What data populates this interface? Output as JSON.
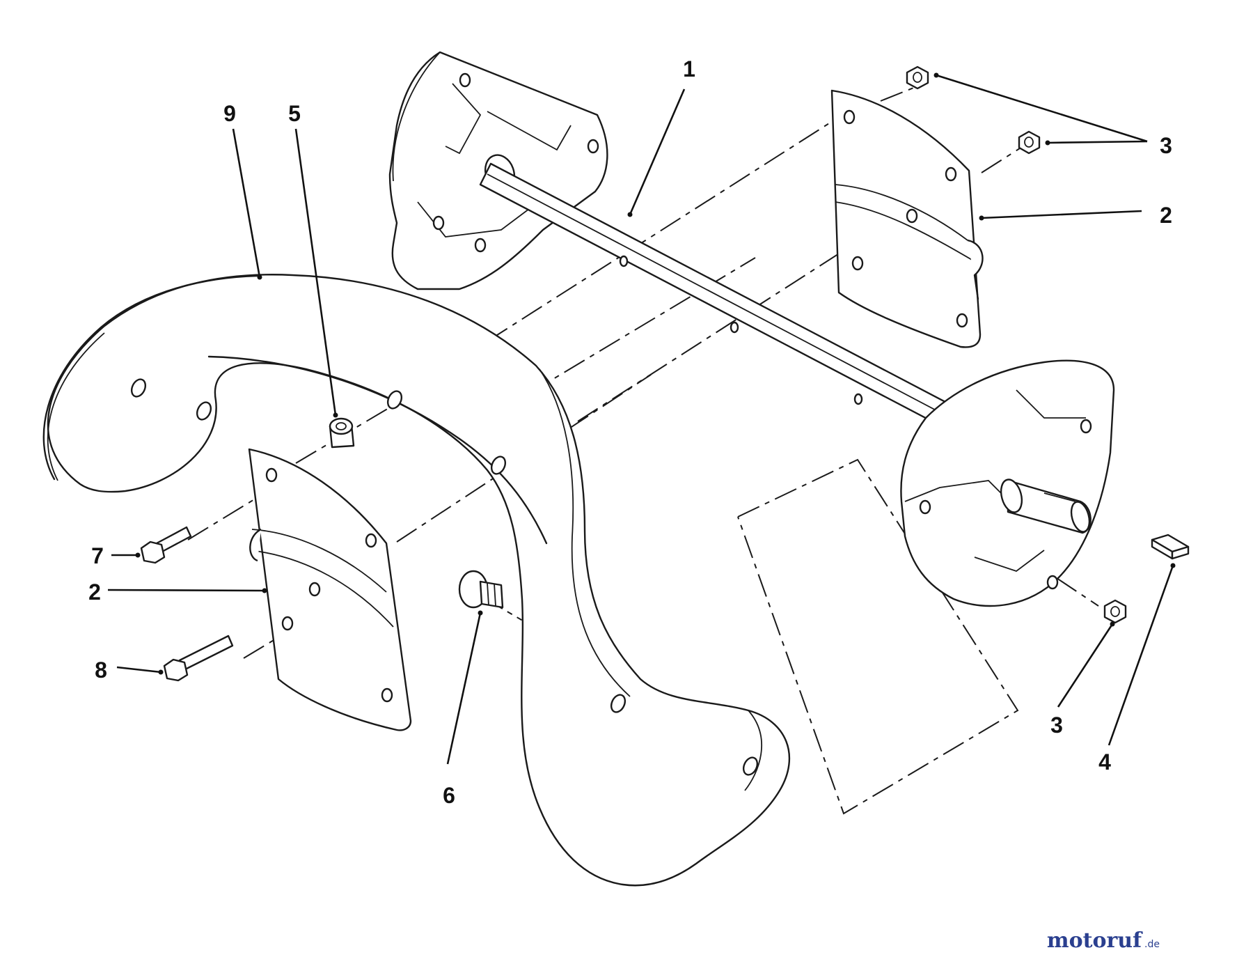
{
  "callouts": [
    "1",
    "2",
    "3",
    "3",
    "4",
    "5",
    "6",
    "7",
    "2",
    "8",
    "9"
  ],
  "watermark": {
    "name": "motoruf",
    "suffix": ".de",
    "color": "#2a3f8f",
    "accent": "#d9a21b"
  },
  "colors": {
    "ink": "#1a1a1a",
    "paper": "#ffffff"
  }
}
